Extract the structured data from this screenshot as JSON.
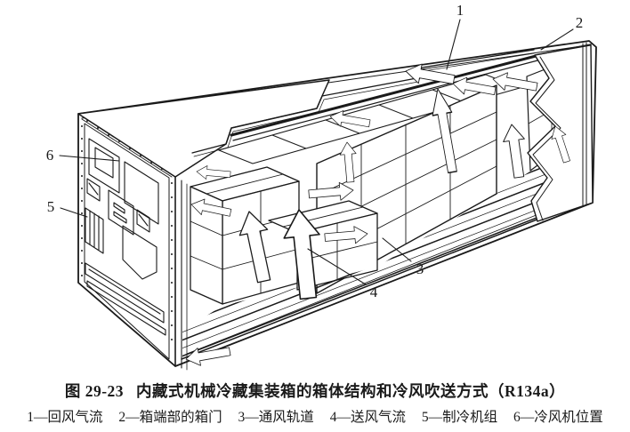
{
  "figure": {
    "number": "图 29-23",
    "title": "内藏式机械冷藏集装箱的箱体结构和冷风吹送方式（R134a）",
    "dash": "—",
    "legend_items": [
      {
        "num": "1",
        "label": "回风气流"
      },
      {
        "num": "2",
        "label": "箱端部的箱门"
      },
      {
        "num": "3",
        "label": "通风轨道"
      },
      {
        "num": "4",
        "label": "送风气流"
      },
      {
        "num": "5",
        "label": "制冷机组"
      },
      {
        "num": "6",
        "label": "冷风机位置"
      }
    ],
    "callouts": [
      "1",
      "2",
      "3",
      "4",
      "5",
      "6"
    ]
  },
  "colors": {
    "ink": "#1a1a1a",
    "paper": "#ffffff"
  }
}
